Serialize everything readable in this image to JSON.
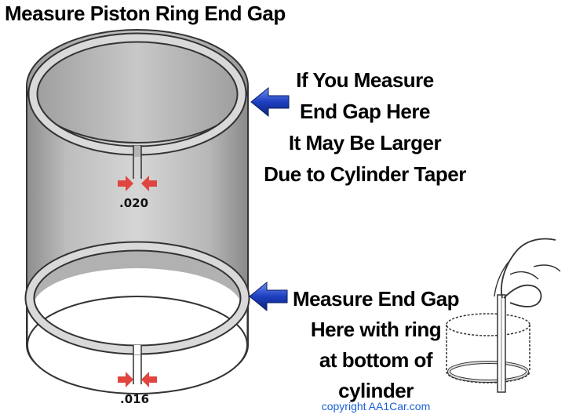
{
  "title": "Measure Piston Ring End Gap",
  "top_ring": {
    "gap_label": ".020"
  },
  "bottom_ring": {
    "gap_label": ".016"
  },
  "callout_top": {
    "lines": [
      "If You Measure",
      "End Gap Here",
      "It May Be Larger",
      "Due to Cylinder Taper"
    ]
  },
  "callout_bottom": {
    "lines": [
      "Measure End Gap",
      "Here with ring",
      "at bottom of",
      "cylinder"
    ]
  },
  "copyright": "copyright AA1Car.com",
  "colors": {
    "arrow_blue": "#1d3fbf",
    "gap_arrow_red": "#e0453f",
    "copyright_blue": "#1a5fd6"
  }
}
